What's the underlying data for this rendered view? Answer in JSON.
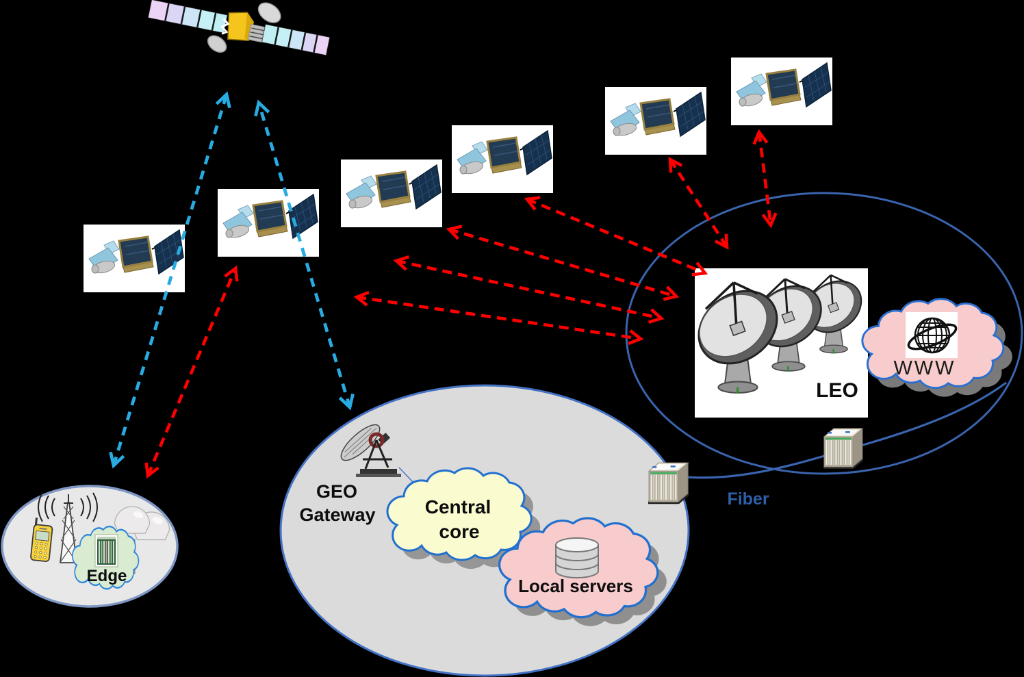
{
  "labels": {
    "leo": "LEO",
    "www": "WWW",
    "fiber": "Fiber",
    "geo_line1": "GEO",
    "geo_line2": "Gateway",
    "core_line1": "Central",
    "core_line2": "core",
    "local_servers": "Local servers",
    "edge": "Edge"
  },
  "colors": {
    "background": "#000000",
    "red_isl_link": "#ff0000",
    "geo_link_blue": "#29abe2",
    "fiber_line": "#3a64ae",
    "fiber_label": "#2e5fa8",
    "leo_zone_outline": "#3a64ae",
    "gateway_ellipse_fill": "#dbdbdb",
    "gateway_ellipse_outline": "#4472c4",
    "edge_ellipse_fill": "#e8e8e8",
    "edge_ellipse_outline": "#7f97c4",
    "cloud_outline": "#2070d0",
    "central_core_fill": "#fbfbd0",
    "pink_cloud_fill": "#f8cccc",
    "edge_cloud_fill": "#d9ecd2"
  },
  "elements": {
    "geo_satellite": "GEO communications satellite",
    "leo_satellite_count": 6,
    "ground_dish_count": 3,
    "router_count": 2,
    "radome_count": 2
  }
}
